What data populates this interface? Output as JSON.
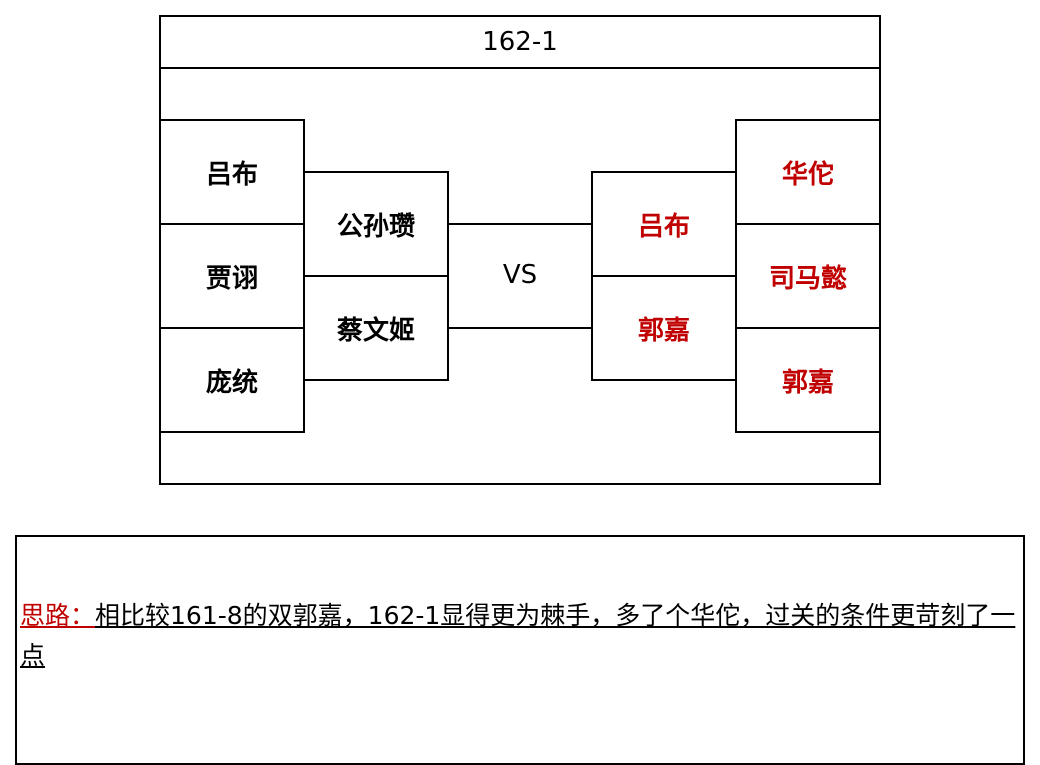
{
  "diagram": {
    "title": "162-1",
    "vs_label": "VS",
    "left_back": [
      "吕布",
      "贾诩",
      "庞统"
    ],
    "left_front": [
      "公孙瓒",
      "蔡文姬"
    ],
    "right_front": [
      "吕布",
      "郭嘉"
    ],
    "right_back": [
      "华佗",
      "司马懿",
      "郭嘉"
    ],
    "colors": {
      "enemy_text": "#c00000",
      "ally_text": "#000000",
      "border": "#000000"
    }
  },
  "note": {
    "label": "思路：",
    "body": "相比较161-8的双郭嘉，162-1显得更为棘手，多了个华佗，过关的条件更苛刻了一点",
    "colors": {
      "label": "#c00000",
      "body": "#000000"
    }
  }
}
